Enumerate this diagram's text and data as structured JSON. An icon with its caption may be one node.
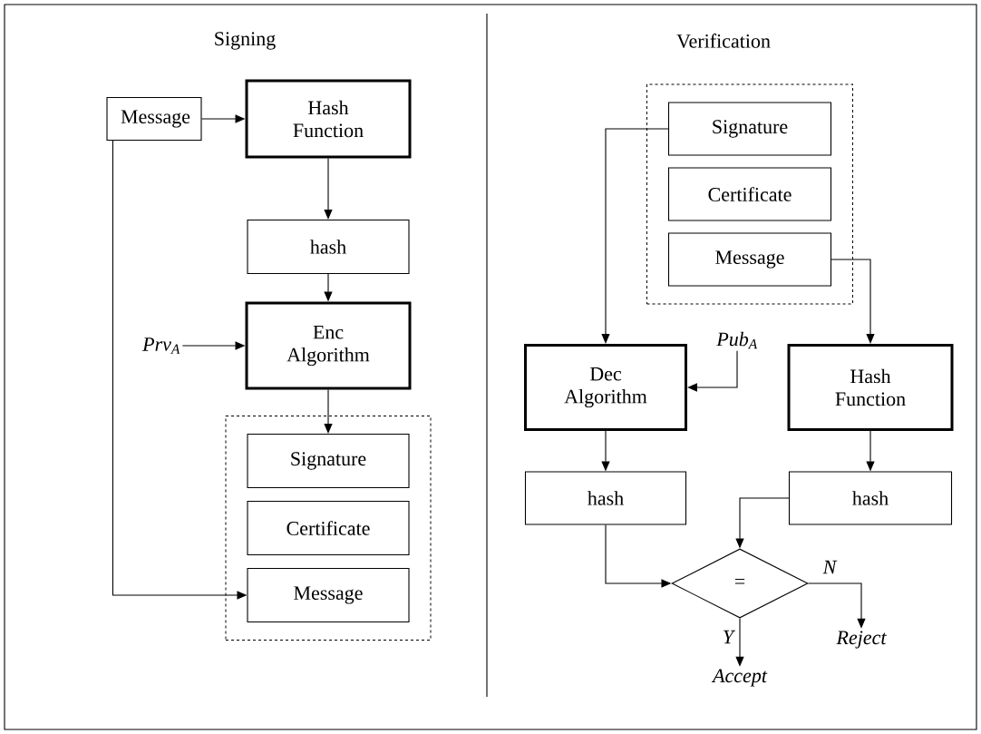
{
  "diagram": {
    "nodes": [
      {
        "text": [
          "Message"
        ]
      },
      {
        "text": [
          "Hash Function"
        ]
      },
      {
        "text": [
          "hash"
        ]
      },
      {
        "text": [
          "Prv$_{A}$"
        ]
      },
      {
        "text": [
          "Enc Algorithm"
        ]
      },
      {
        "text": [],
        "shape": "box"
      },
      {
        "text": [
          "Signature"
        ],
        "in": 5
      },
      {
        "text": [
          "Certificate"
        ],
        "in": 5
      },
      {
        "text": [
          "Message"
        ],
        "in": 5
      },
      {
        "text": [],
        "shape": "box"
      },
      {
        "text": [
          "Signature"
        ],
        "in": 9
      },
      {
        "text": [
          "Certificate"
        ],
        "in": 9
      },
      {
        "text": [
          "Message"
        ],
        "in": 9
      },
      {
        "text": [
          "Pub$_{A}$"
        ]
      },
      {
        "text": [
          "Dec Algorithm"
        ]
      },
      {
        "text": [
          "Hash Function"
        ]
      },
      {
        "text": [
          "hash"
        ]
      },
      {
        "text": [
          "hash"
        ]
      },
      {
        "text": [
          "="
        ]
      },
      {
        "text": [
          "Reject"
        ]
      },
      {
        "text": [
          "Accept"
        ]
      }
    ],
    "edges": [
      {
        "from": 0,
        "to": 1,
        "arrow": "to"
      },
      {
        "from": 1,
        "to": 2,
        "arrow": "to"
      },
      {
        "from": 2,
        "to": 4,
        "arrow": "to"
      },
      {
        "from": 3,
        "to": 4,
        "arrow": "to"
      },
      {
        "from": 4,
        "to": 6,
        "arrow": "to"
      },
      {
        "from": 0,
        "to": 8,
        "arrow": "to"
      },
      {
        "from": 10,
        "to": 14,
        "arrow": "to"
      },
      {
        "from": 12,
        "to": 15,
        "arrow": "to"
      },
      {
        "from": 13,
        "to": 14,
        "arrow": "to"
      },
      {
        "from": 14,
        "to": 16,
        "arrow": "to"
      },
      {
        "from": 15,
        "to": 17,
        "arrow": "to"
      },
      {
        "from": 17,
        "to": 18,
        "arrow": "to"
      },
      {
        "from": 16,
        "to": 18,
        "arrow": "to"
      },
      {
        "from": 18,
        "to": 19,
        "arrow": "to",
        "label": "N"
      },
      {
        "from": 18,
        "to": 20,
        "arrow": "to",
        "label": "Y"
      }
    ],
    "labels": [
      "Signing",
      "Verification"
    ]
  }
}
